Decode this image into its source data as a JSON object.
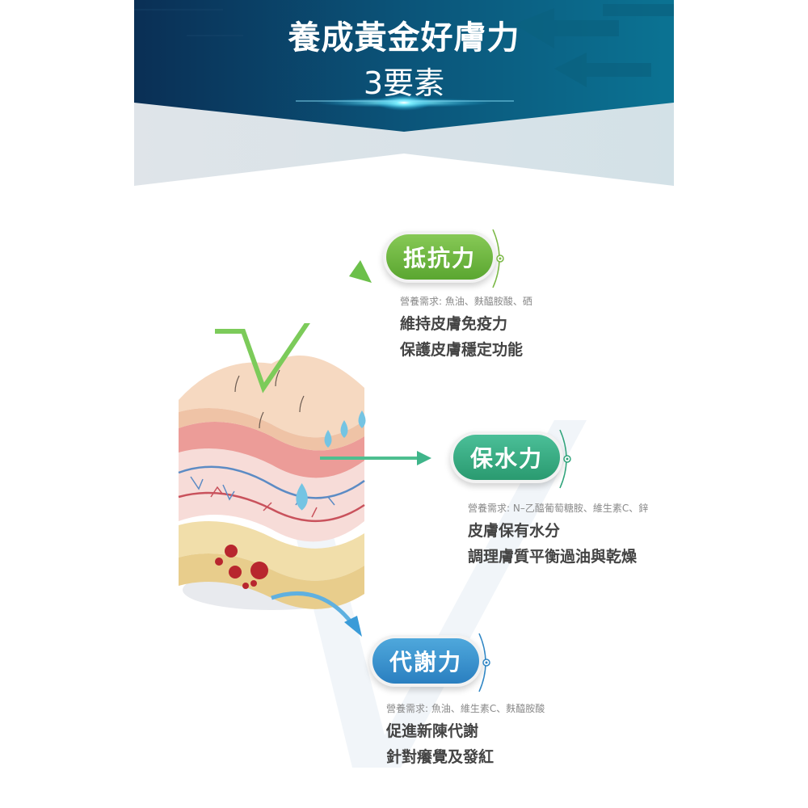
{
  "banner": {
    "title": "養成黃金好膚力",
    "subtitle": "3要素",
    "colors": {
      "dark": "#0b3a62",
      "teal": "#0b6d8c",
      "light": "#d6e0e7"
    }
  },
  "illustration": {
    "name": "skin-layers",
    "arrows": [
      {
        "color": "#6cc04a",
        "target": "抵抗力"
      },
      {
        "color": "#3fb58a",
        "target": "保水力"
      },
      {
        "color": "#3a9bd8",
        "target": "代謝力"
      }
    ]
  },
  "factors": [
    {
      "label": "抵抗力",
      "color": "#6cb33f",
      "nutrition": "營養需求: 魚油、麩醯胺酸、硒",
      "lines": [
        "維持皮膚免疫力",
        "保護皮膚穩定功能"
      ]
    },
    {
      "label": "保水力",
      "color": "#33a67c",
      "nutrition": "營養需求: N–乙醯葡萄糖胺、維生素C、鋅",
      "lines": [
        "皮膚保有水分",
        "調理膚質平衡過油與乾燥"
      ]
    },
    {
      "label": "代謝力",
      "color": "#348fcf",
      "nutrition": "營養需求: 魚油、維生素C、麩醯胺酸",
      "lines": [
        "促進新陳代謝",
        "針對癢覺及發紅"
      ]
    }
  ]
}
